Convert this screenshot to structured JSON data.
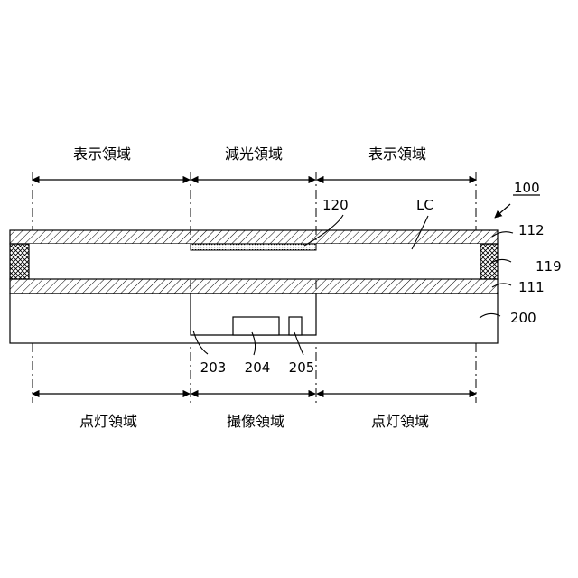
{
  "top_regions": [
    {
      "label": "表示領域"
    },
    {
      "label": "減光領域"
    },
    {
      "label": "表示領域"
    }
  ],
  "bottom_regions": [
    {
      "label": "点灯領域"
    },
    {
      "label": "撮像領域"
    },
    {
      "label": "点灯領域"
    }
  ],
  "refs": {
    "device": "100",
    "upper_substrate": "112",
    "sealant": "119",
    "lower_substrate": "111",
    "backlight": "200",
    "dimming_layer": "120",
    "liquid_crystal": "LC",
    "component_a": "203",
    "component_b": "204",
    "component_c": "205"
  },
  "colors": {
    "line": "#000000",
    "background": "#ffffff"
  }
}
